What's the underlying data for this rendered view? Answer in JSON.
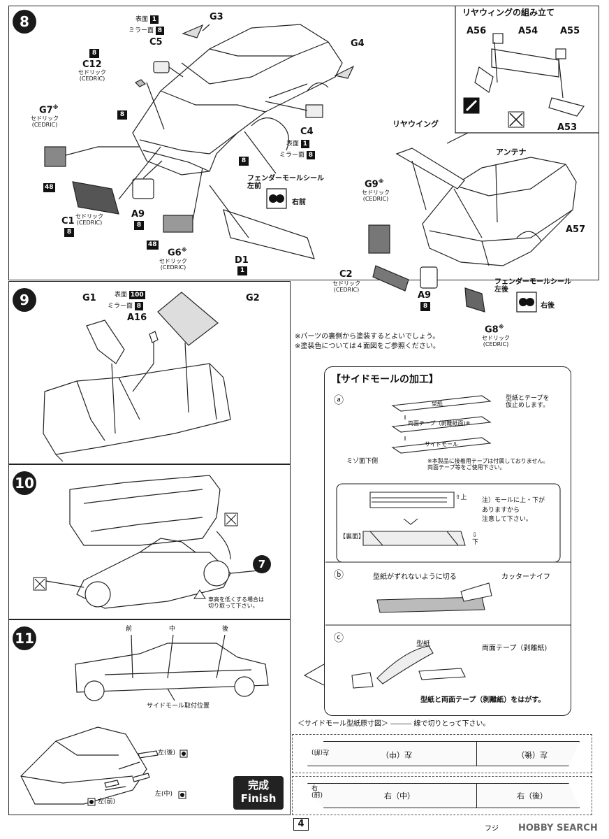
{
  "step8": {
    "num": "8",
    "labels": {
      "g3": "G3",
      "c5": "C5",
      "g4": "G4",
      "c12": "C12",
      "g7": "G7",
      "c4": "C4",
      "c1": "C1",
      "a9": "A9",
      "g6": "G6",
      "d1": "D1",
      "g9": "G9",
      "c2": "C2",
      "a9b": "A9",
      "g8": "G8",
      "a57": "A57",
      "a56": "A56",
      "a54": "A54",
      "a55": "A55",
      "a53": "A53"
    },
    "sedric": "セドリック",
    "cedric": "(CEDRIC)",
    "note_mark": "※",
    "surface": "表面",
    "mirror": "ミラー面",
    "codes": {
      "c1": "1",
      "c8": "8",
      "c48": "48",
      "c100": "100"
    },
    "fender_left": "フェンダーモールシール\n左前",
    "fender_left_pos": "右前",
    "fender_rear": "フェンダーモールシール\n左後",
    "fender_rear_pos": "右後",
    "rear_wing": "リヤウイング",
    "antenna": "アンテナ",
    "wing_assembly_title": "リヤウィングの組み立て"
  },
  "step9": {
    "num": "9",
    "g1": "G1",
    "g2": "G2",
    "a16": "A16",
    "note1": "※パーツの裏側から塗装するとよいでしょう。",
    "note2": "※塗装色については４面図をご参照ください。"
  },
  "step10": {
    "num": "10",
    "ref_step": "7",
    "note": "車高を低くする場合は\n切り取って下さい。"
  },
  "step11": {
    "num": "11",
    "front": "前",
    "middle": "中",
    "rear": "後",
    "side_mount": "サイドモール取付位置",
    "left_rear": "左(後)",
    "left_mid": "左(中)",
    "left_front": "左(前)"
  },
  "side_mold": {
    "title": "【サイドモールの加工】",
    "a": "ⓐ",
    "b": "ⓑ",
    "c": "ⓒ",
    "template_tape_note": "型紙とテープを\n仮止めします。",
    "template_label": "型紙",
    "tape_label": "両面テープ（剥離紙面)※",
    "side_mold_label": "サイドモール",
    "groove_side": "ミゾ面下側",
    "tape_note": "※本製品に接着用テープは付属しておりません。\n両面テープ等をご使用下さい。",
    "up_label": "上",
    "down_label": "下",
    "back_label": "【裏面】",
    "caution": "注）モールに上・下が\nありますから\n注意して下さい。",
    "cut_note": "型紙がずれないように切る",
    "cutter": "カッターナイフ",
    "c_template": "型紙",
    "c_tape": "両面テープ（剥離紙)",
    "peel_note": "型紙と両面テープ（剥離紙）をはがす。"
  },
  "template_chart": {
    "title": "＜サイドモール型紙原寸図＞ ――― 線で切りとって下さい。",
    "left_row": [
      "左(前)",
      "左（中）",
      "左（後）"
    ],
    "right_row": [
      "右(前)",
      "右（中）",
      "右（後）"
    ]
  },
  "finish": {
    "jp": "完成",
    "en": "Finish"
  },
  "page_number": "4",
  "footer_left": "フジ",
  "footer_brand": "HOBBY SEARCH"
}
